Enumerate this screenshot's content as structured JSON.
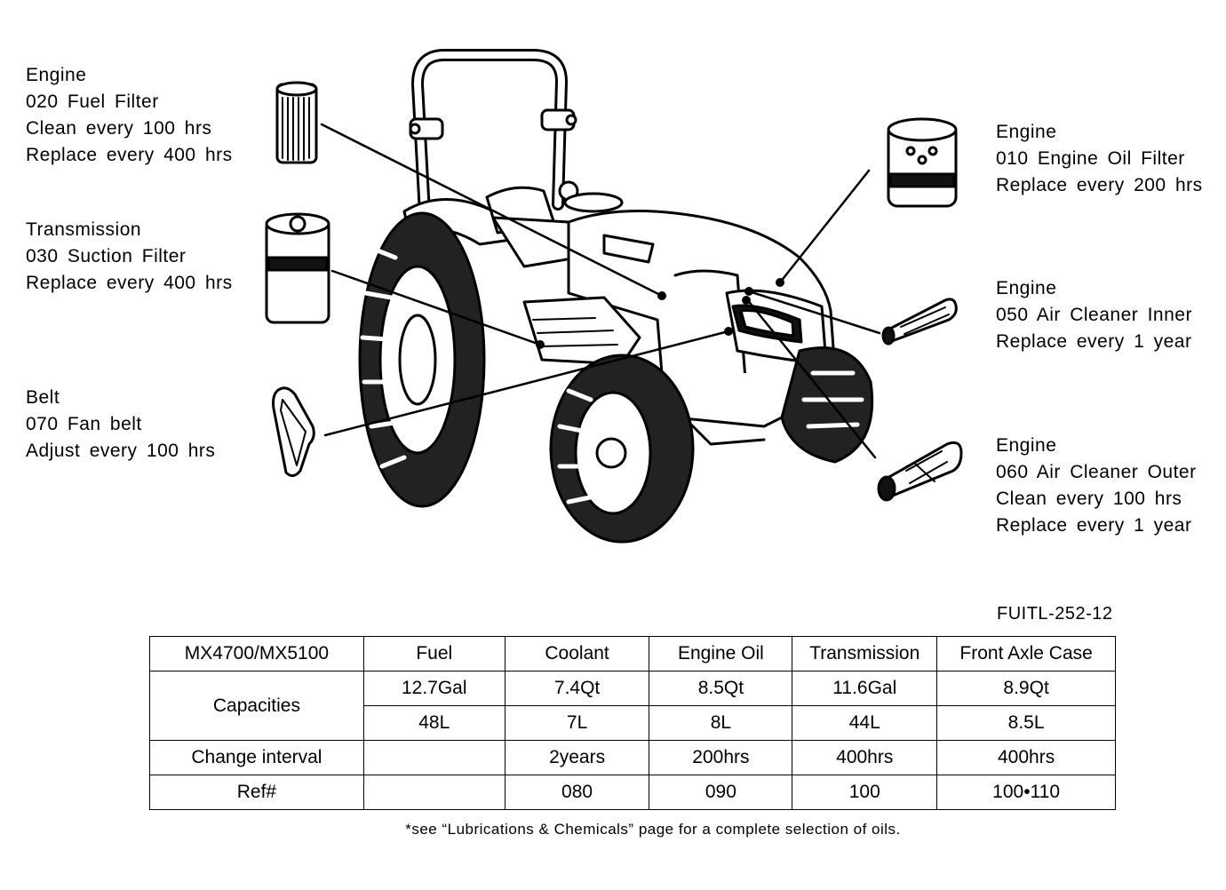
{
  "callouts": {
    "fuel_filter": {
      "group": "Engine",
      "part": "020 Fuel Filter",
      "line1": "Clean every 100 hrs",
      "line2": "Replace every 400 hrs"
    },
    "suction_filter": {
      "group": "Transmission",
      "part": "030 Suction Filter",
      "line1": "Replace every 400 hrs"
    },
    "fan_belt": {
      "group": "Belt",
      "part": "070 Fan belt",
      "line1": "Adjust every 100 hrs"
    },
    "oil_filter": {
      "group": "Engine",
      "part": "010 Engine Oil Filter",
      "line1": "Replace every 200 hrs"
    },
    "air_inner": {
      "group": "Engine",
      "part": "050 Air Cleaner Inner",
      "line1": "Replace every 1 year"
    },
    "air_outer": {
      "group": "Engine",
      "part": "060 Air Cleaner Outer",
      "line1": "Clean every 100 hrs",
      "line2": "Replace every 1 year"
    }
  },
  "doc_ref": "FUITL-252-12",
  "table": {
    "model": "MX4700/MX5100",
    "columns": [
      "Fuel",
      "Coolant",
      "Engine Oil",
      "Transmission",
      "Front Axle Case"
    ],
    "capacities_label": "Capacities",
    "capacities_us": [
      "12.7Gal",
      "7.4Qt",
      "8.5Qt",
      "11.6Gal",
      "8.9Qt"
    ],
    "capacities_metric": [
      "48L",
      "7L",
      "8L",
      "44L",
      "8.5L"
    ],
    "interval_label": "Change interval",
    "intervals": [
      "",
      "2years",
      "200hrs",
      "400hrs",
      "400hrs"
    ],
    "ref_label": "Ref#",
    "refs": [
      "",
      "080",
      "090",
      "100",
      "100•110"
    ]
  },
  "footnote": "*see “Lubrications & Chemicals” page for a complete selection of oils."
}
